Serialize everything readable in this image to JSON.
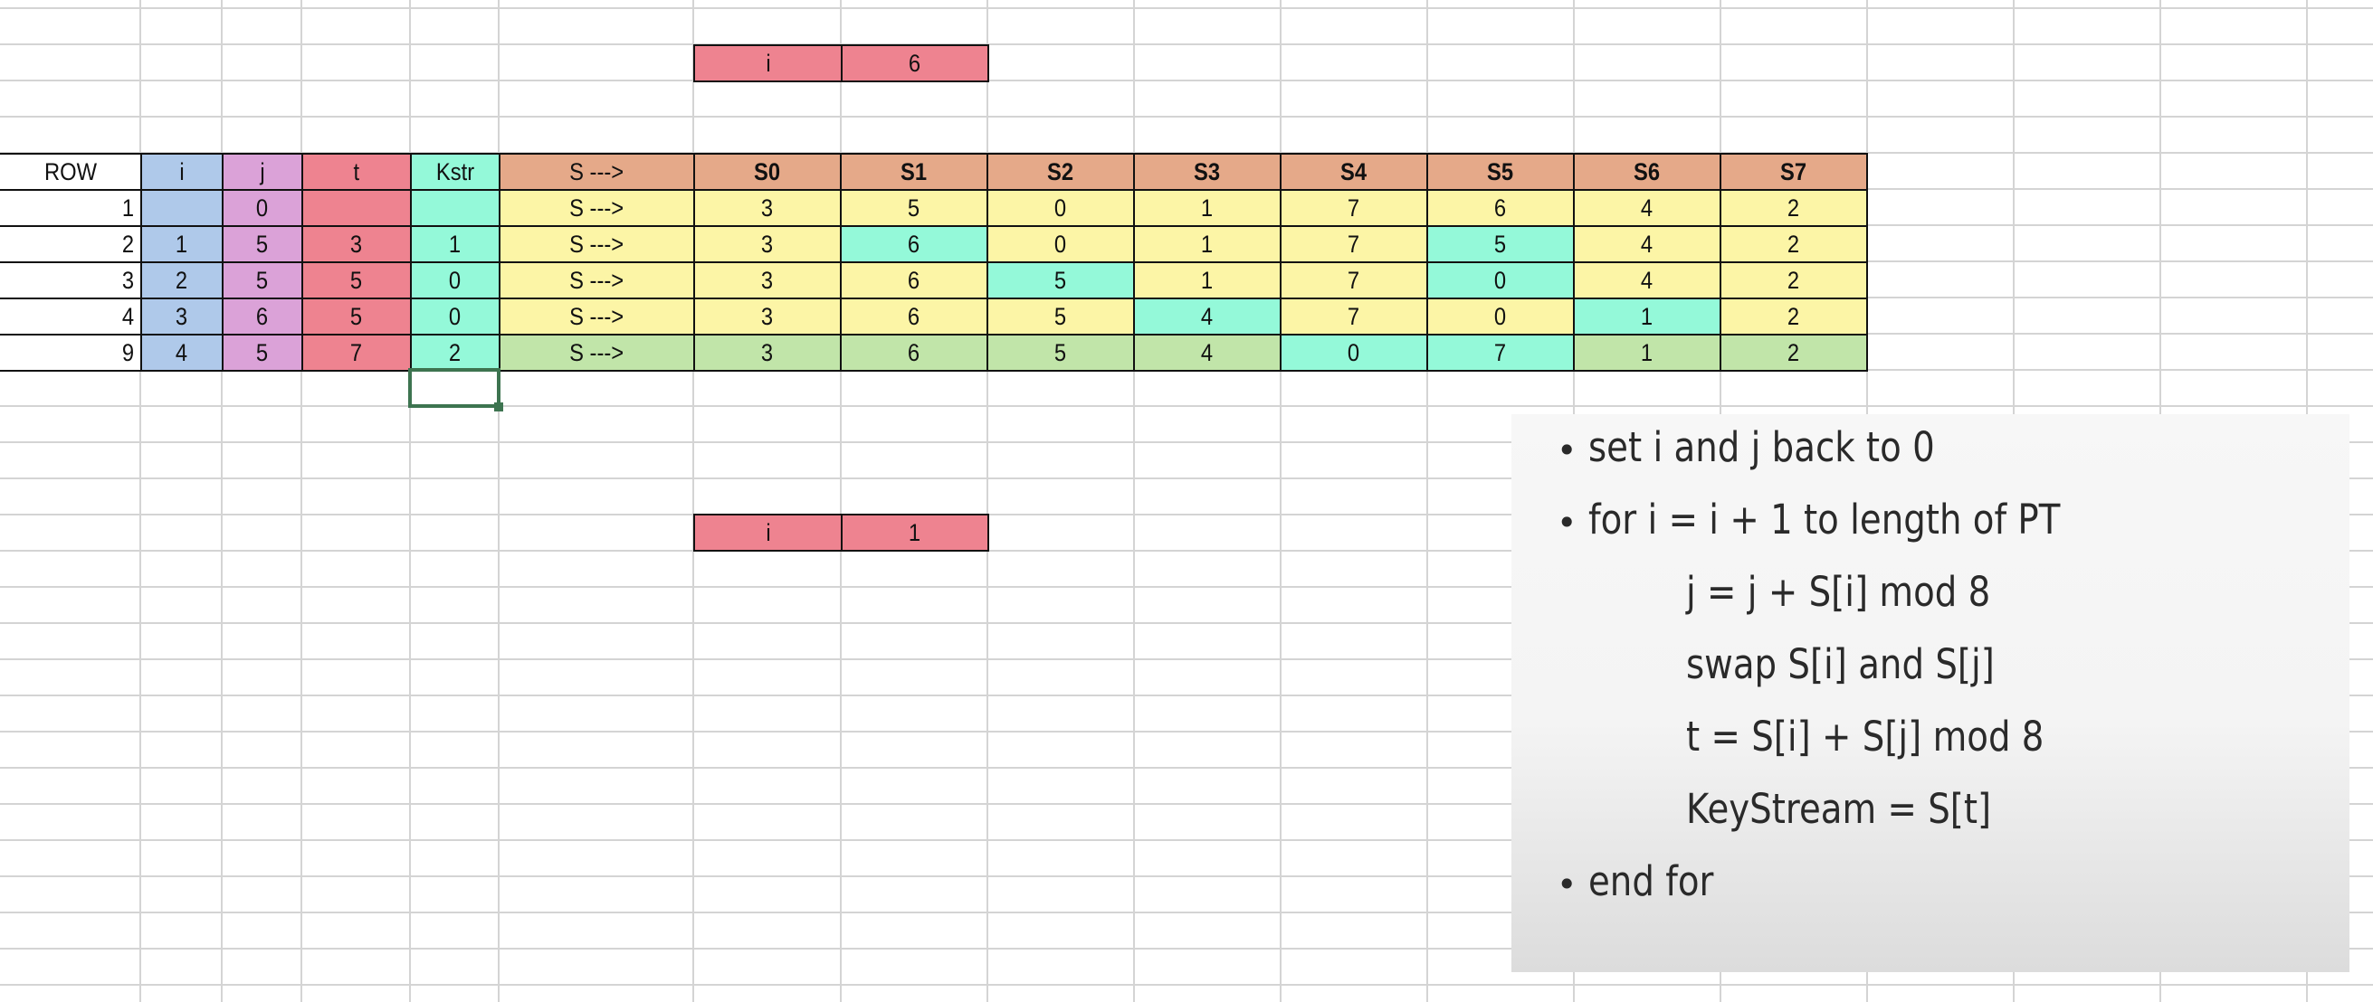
{
  "sheet": {
    "top_var": {
      "label": "i",
      "value": "6"
    },
    "bottom_var": {
      "label": "i",
      "value": "1"
    },
    "headers": {
      "row": "ROW",
      "i": "i",
      "j": "j",
      "t": "t",
      "kstr": "Kstr",
      "s_arrow": "S --->",
      "s": [
        "S0",
        "S1",
        "S2",
        "S3",
        "S4",
        "S5",
        "S6",
        "S7"
      ]
    },
    "rows": [
      {
        "row": "1",
        "i": "",
        "j": "0",
        "t": "",
        "kstr": "",
        "s_arrow": "S --->",
        "s": [
          "3",
          "5",
          "0",
          "1",
          "7",
          "6",
          "4",
          "2"
        ],
        "highlight": []
      },
      {
        "row": "2",
        "i": "1",
        "j": "5",
        "t": "3",
        "kstr": "1",
        "s_arrow": "S --->",
        "s": [
          "3",
          "6",
          "0",
          "1",
          "7",
          "5",
          "4",
          "2"
        ],
        "highlight": [
          1,
          5
        ]
      },
      {
        "row": "3",
        "i": "2",
        "j": "5",
        "t": "5",
        "kstr": "0",
        "s_arrow": "S --->",
        "s": [
          "3",
          "6",
          "5",
          "1",
          "7",
          "0",
          "4",
          "2"
        ],
        "highlight": [
          2,
          5
        ]
      },
      {
        "row": "4",
        "i": "3",
        "j": "6",
        "t": "5",
        "kstr": "0",
        "s_arrow": "S --->",
        "s": [
          "3",
          "6",
          "5",
          "4",
          "7",
          "0",
          "1",
          "2"
        ],
        "highlight": [
          3,
          6
        ]
      },
      {
        "row": "9",
        "i": "4",
        "j": "5",
        "t": "7",
        "kstr": "2",
        "s_arrow": "S --->",
        "s": [
          "3",
          "6",
          "5",
          "4",
          "0",
          "7",
          "1",
          "2"
        ],
        "highlight": [
          4,
          5
        ]
      }
    ],
    "colors": {
      "i": "#AFC9EA",
      "j": "#DBA2D8",
      "t": "#EE8390",
      "kstr": "#94F9D9",
      "header": "#E5A989",
      "row_yellow": "#FCF5A6",
      "row_green": "#C1E5A9",
      "swap_highlight": "#94F9D9",
      "selection": "#3D7450"
    }
  },
  "slide": {
    "lines": [
      {
        "bullet": true,
        "indent": false,
        "text": "set i and j back to 0"
      },
      {
        "bullet": true,
        "indent": false,
        "text": "for i = i + 1 to length of PT"
      },
      {
        "bullet": false,
        "indent": true,
        "text": "j = j + S[i] mod 8"
      },
      {
        "bullet": false,
        "indent": true,
        "text": "swap S[i] and S[j]"
      },
      {
        "bullet": false,
        "indent": true,
        "text": "t = S[i] + S[j] mod 8"
      },
      {
        "bullet": false,
        "indent": true,
        "text": "KeyStream = S[t]"
      },
      {
        "bullet": true,
        "indent": false,
        "text": "end for"
      }
    ]
  }
}
